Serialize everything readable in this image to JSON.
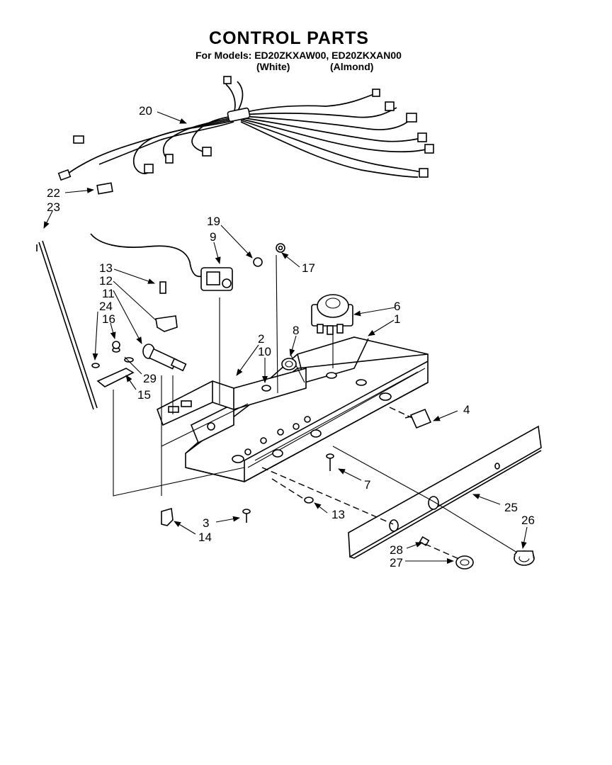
{
  "header": {
    "title": "CONTROL PARTS",
    "models_line": "For Models: ED20ZKXAW00, ED20ZKXAN00",
    "variant_white": "(White)",
    "variant_almond": "(Almond)"
  },
  "callouts": {
    "c1": "1",
    "c2": "2",
    "c3": "3",
    "c4": "4",
    "c6": "6",
    "c7": "7",
    "c8": "8",
    "c9": "9",
    "c10": "10",
    "c11": "11",
    "c12": "12",
    "c13a": "13",
    "c13b": "13",
    "c14": "14",
    "c15": "15",
    "c16": "16",
    "c17": "17",
    "c19": "19",
    "c20": "20",
    "c22": "22",
    "c23": "23",
    "c24": "24",
    "c25": "25",
    "c26": "26",
    "c27": "27",
    "c28": "28",
    "c29": "29"
  }
}
